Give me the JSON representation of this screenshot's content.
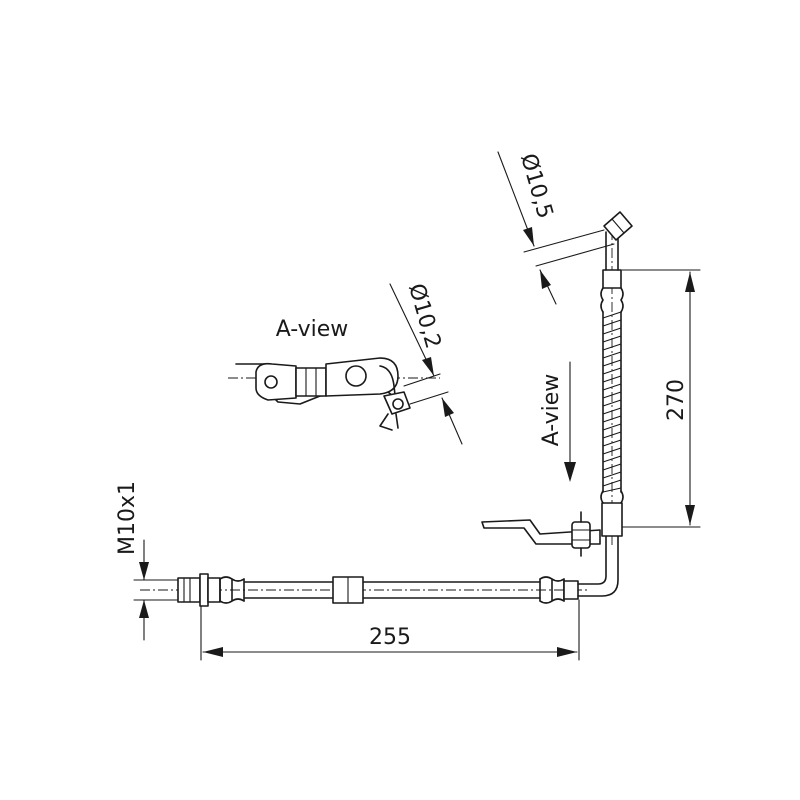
{
  "labels": {
    "a_view_top": "A-view",
    "a_view_side": "A-view",
    "dim_diameter_inlet": "Ø10,5",
    "dim_diameter_detail": "Ø10,2",
    "dim_thread": "M10x1",
    "dim_vertical_length": "270",
    "dim_horizontal_length": "255"
  }
}
